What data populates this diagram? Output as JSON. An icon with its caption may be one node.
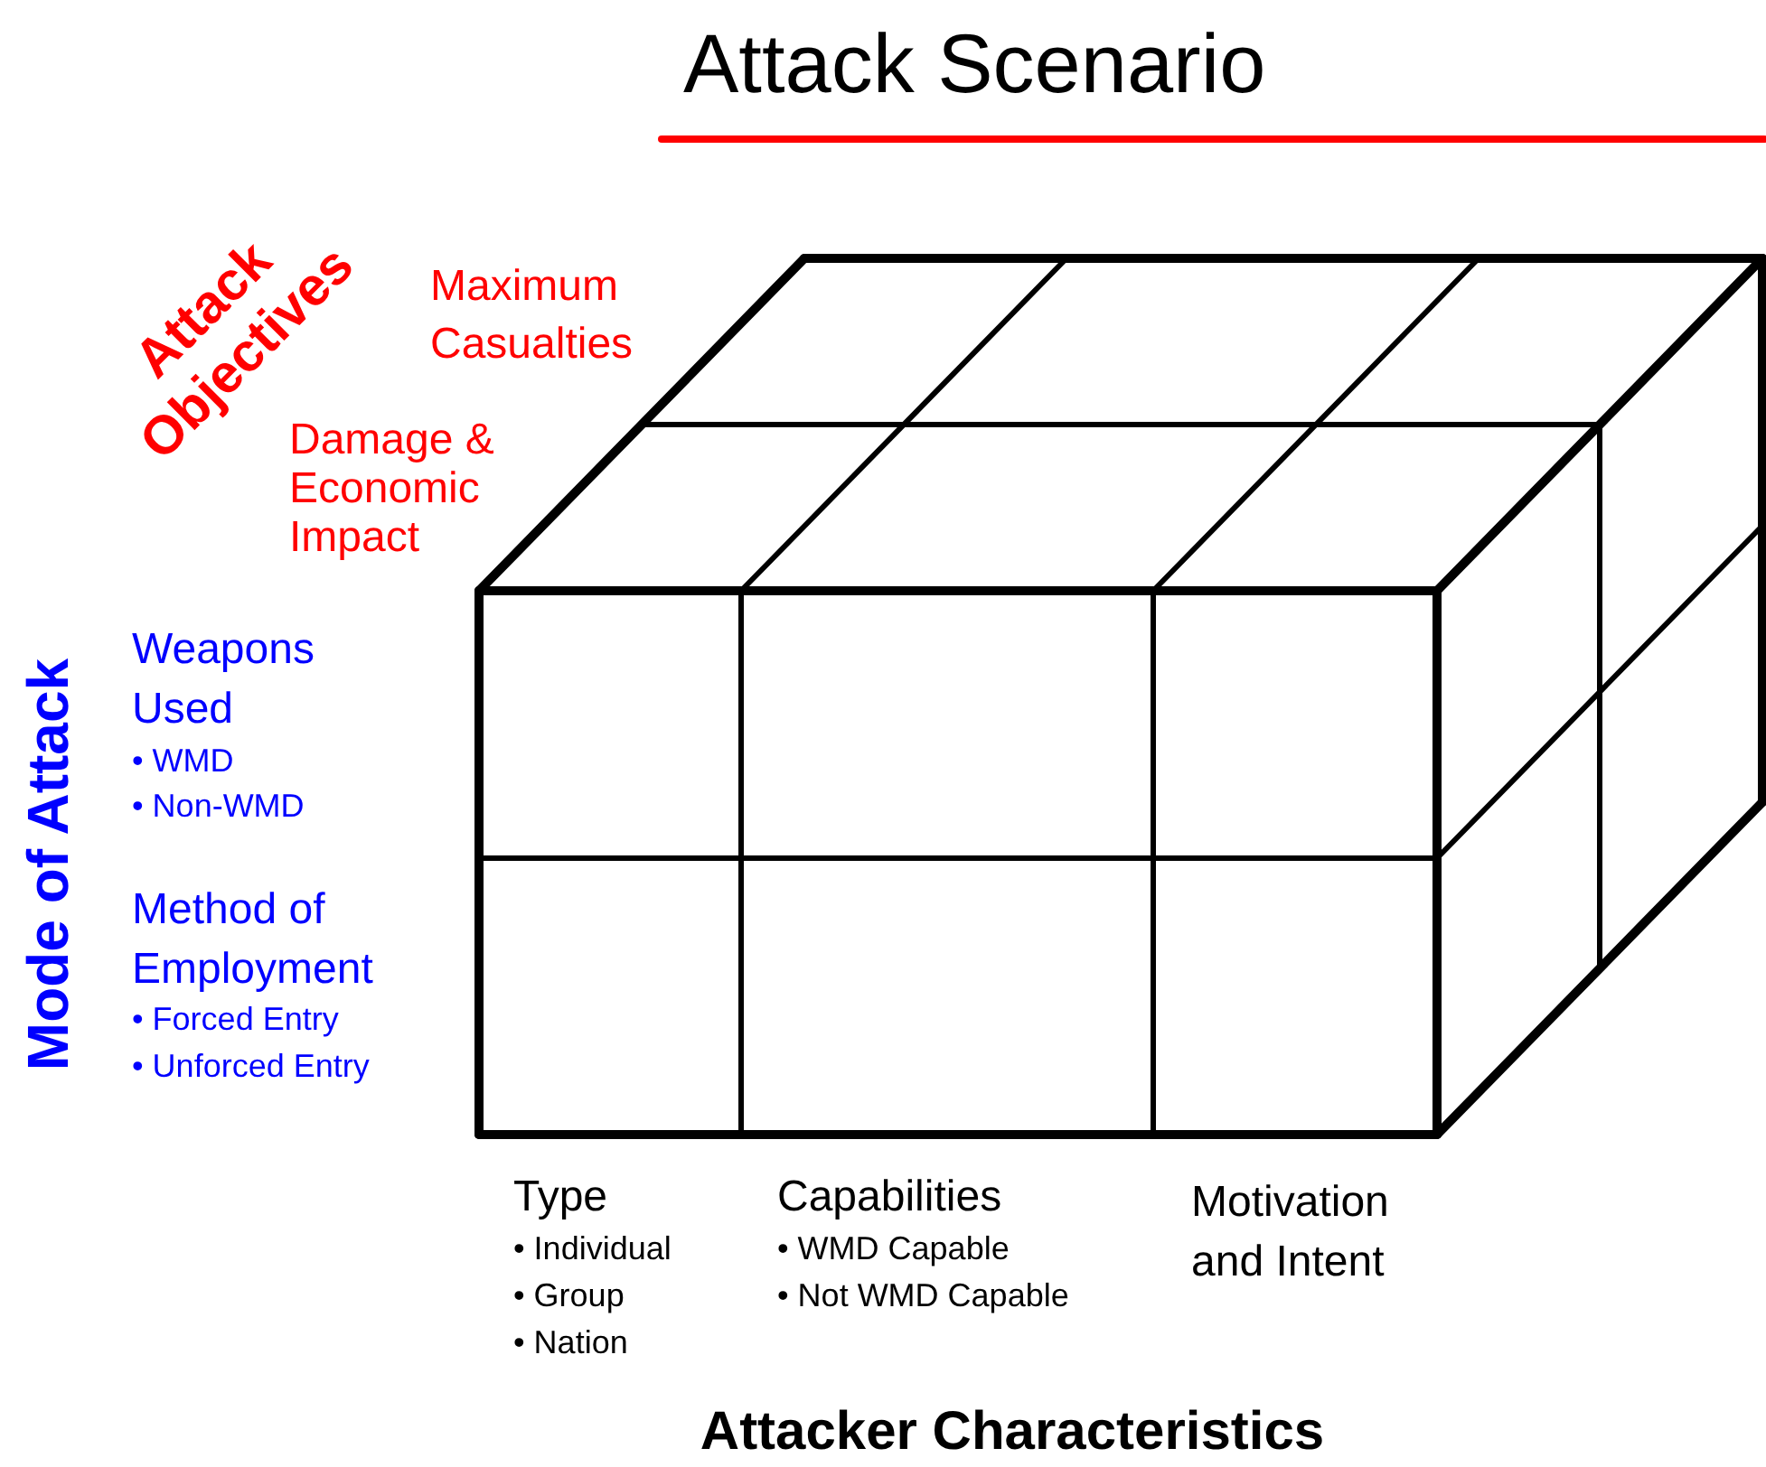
{
  "diagram": {
    "title": "Attack Scenario",
    "labels": [
      "Attack Objectives",
      "Maximum Casualties",
      "Damage & Economic Impact",
      "Mode of Attack",
      "Weapons Used",
      "• WMD",
      "• Non-WMD",
      "Method of Employment",
      "• Forced Entry",
      "• Unforced Entry",
      "Type",
      "• Individual",
      "• Group",
      "• Nation",
      "Capabilities",
      "• WMD Capable",
      "• Not WMD Capable",
      "Motivation and Intent",
      "Attacker Characteristics"
    ]
  }
}
